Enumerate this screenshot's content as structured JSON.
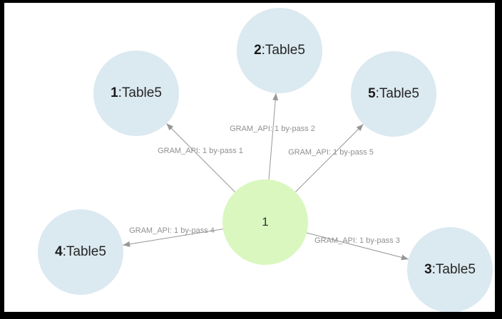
{
  "graph": {
    "center_node": {
      "label": "1"
    },
    "nodes": [
      {
        "number": "1",
        "name": ":Table5"
      },
      {
        "number": "2",
        "name": ":Table5"
      },
      {
        "number": "3",
        "name": ":Table5"
      },
      {
        "number": "4",
        "name": ":Table5"
      },
      {
        "number": "5",
        "name": ":Table5"
      }
    ],
    "edges": [
      {
        "from": "1",
        "to": "1:Table5",
        "label": "GRAM_API: 1 by-pass 1"
      },
      {
        "from": "1",
        "to": "2:Table5",
        "label": "GRAM_API: 1 by-pass 2"
      },
      {
        "from": "1",
        "to": "3:Table5",
        "label": "GRAM_API: 1 by-pass 3"
      },
      {
        "from": "1",
        "to": "4:Table5",
        "label": "GRAM_API: 1 by-pass 4"
      },
      {
        "from": "1",
        "to": "5:Table5",
        "label": "GRAM_API: 1 by-pass 5"
      }
    ],
    "colors": {
      "center_node_fill": "#d9f7be",
      "node_fill": "#dbe9f0",
      "edge": "#979797",
      "edge_label_text": "#8f8f8f",
      "node_text": "#262626",
      "frame": "#000000",
      "canvas": "#ffffff"
    }
  }
}
